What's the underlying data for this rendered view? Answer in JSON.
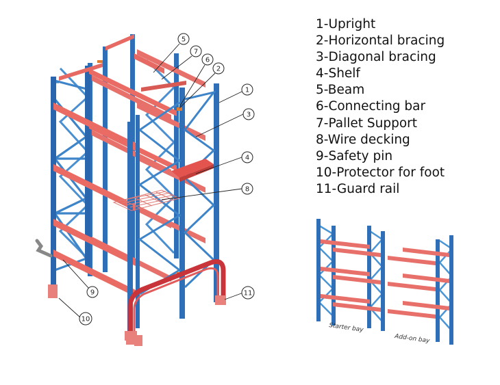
{
  "legend": [
    {
      "num": "1",
      "text": "1-Upright"
    },
    {
      "num": "2",
      "text": "2-Horizontal bracing"
    },
    {
      "num": "3",
      "text": "3-Diagonal bracing"
    },
    {
      "num": "4",
      "text": "4-Shelf"
    },
    {
      "num": "5",
      "text": "5-Beam"
    },
    {
      "num": "6",
      "text": "6-Connecting bar"
    },
    {
      "num": "7",
      "text": "7-Pallet Support"
    },
    {
      "num": "8",
      "text": "8-Wire decking"
    },
    {
      "num": "9",
      "text": "9-Safety pin"
    },
    {
      "num": "10",
      "text": "10-Protector for foot"
    },
    {
      "num": "11",
      "text": "11-Guard rail"
    }
  ],
  "callouts": {
    "c1": "1",
    "c2": "2",
    "c3": "3",
    "c4": "4",
    "c5": "5",
    "c6": "6",
    "c7": "7",
    "c8": "8",
    "c9": "9",
    "c10": "10",
    "c11": "11"
  },
  "bays": {
    "starter": "Starter bay",
    "addon": "Add-on bay"
  },
  "colors": {
    "upright": "#2e6fb8",
    "upright_light": "#5fa0d8",
    "beam": "#e8706a",
    "beam_dark": "#c94c46",
    "foot": "#e07a74"
  }
}
